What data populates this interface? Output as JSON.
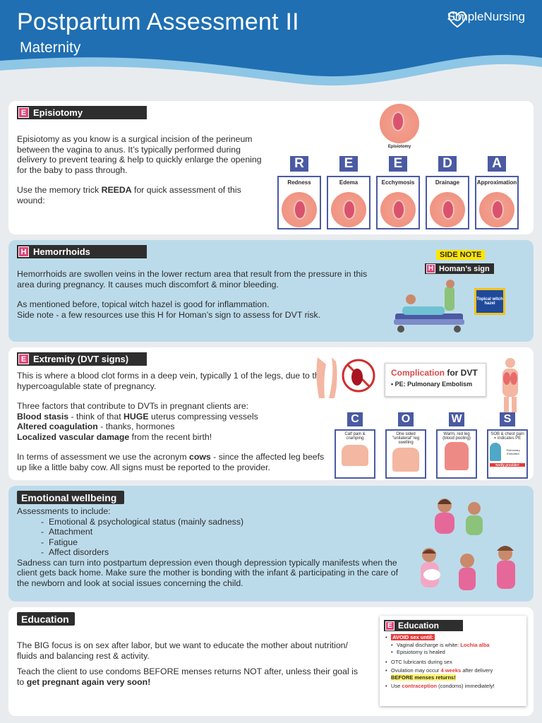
{
  "header": {
    "title": "Postpartum Assessment II",
    "subtitle": "Maternity",
    "brand": "SimpleNursing"
  },
  "colors": {
    "header_blue": "#1f6fb2",
    "accent_pink": "#e0467a",
    "letter_blue": "#4a5aa3",
    "card_blue": "#bcdbea"
  },
  "episiotomy": {
    "letter": "E",
    "title": "Episiotomy",
    "p1": "Episiotomy as you know is a surgical incision of the perineum between the vagina to anus. It’s typically performed during delivery to prevent tearing & help to quickly enlarge the opening for the baby to pass through.",
    "p2_pre": "Use the memory trick ",
    "p2_bold": "REEDA",
    "p2_post": " for quick assessment of this wound:",
    "figure_label": "Episiotomy",
    "reeda": [
      {
        "letter": "R",
        "label": "Redness"
      },
      {
        "letter": "E",
        "label": "Edema"
      },
      {
        "letter": "E",
        "label": "Ecchymosis"
      },
      {
        "letter": "D",
        "label": "Drainage"
      },
      {
        "letter": "A",
        "label": "Approximation"
      }
    ]
  },
  "hemorrhoids": {
    "letter": "H",
    "title": "Hemorrhoids",
    "p1": "Hemorrhoids are swollen veins in the lower rectum area that result from the pressure in this area during pregnancy. It causes much discomfort & minor bleeding.",
    "p2": "As mentioned before, topical witch hazel is good for inflammation.",
    "p3": "Side note - a few resources use this H for Homan’s sign to assess for DVT risk.",
    "side_note": "SIDE NOTE",
    "homans_letter": "H",
    "homans": "Homan’s sign",
    "witch_hazel": "Topical witch hazel"
  },
  "extremity": {
    "letter": "E",
    "title": "Extremity (DVT signs)",
    "p1": "This is where a blood clot forms in a deep vein, typically 1 of the legs, due to the hypercoagulable state of pregnancy.",
    "p2": "Three factors that contribute to DVTs in pregnant clients are:",
    "f1_bold": "Blood stasis",
    "f1_pre": " - think of that ",
    "f1_bold2": "HUGE",
    "f1_post": " uterus compressing vessels",
    "f2_bold": "Altered coagulation",
    "f2_post": " - thanks, hormones",
    "f3_bold": "Localized vascular damage",
    "f3_post": " from the recent birth!",
    "p3_pre": "In terms of assessment we use the acronym ",
    "p3_bold": "cows",
    "p3_post": " - since the affected leg beefs up like a little baby cow. All signs must be reported to the provider.",
    "complication_red": "Complication",
    "complication_rest": " for DVT",
    "complication_item": "PE: Pulmonary Embolism",
    "cows": [
      {
        "letter": "C",
        "label": "Calf pain & cramping"
      },
      {
        "letter": "O",
        "label": "One sided \"unilateral\" leg swelling"
      },
      {
        "letter": "W",
        "label": "Warm, red leg (blood pooling)"
      },
      {
        "letter": "S",
        "label": "SOB & chest pain = indicates PE",
        "extra": "Pulmonary Embolism",
        "tag": "Notify provider!"
      }
    ]
  },
  "emotional": {
    "title": "Emotional wellbeing",
    "intro": "Assessments to include:",
    "items": [
      "Emotional & psychological status (mainly sadness)",
      "Attachment",
      "Fatigue",
      "Affect disorders"
    ],
    "p2": "Sadness can turn into postpartum depression even though depression typically manifests when the client gets back home. Make sure the mother is bonding with the infant & participating in the care of the newborn and look at social issues concerning the child."
  },
  "education": {
    "title": "Education",
    "p1": "The BIG focus is on sex after labor, but we want to educate the mother about nutrition/ fluids and balancing rest & activity.",
    "p2_pre": "Teach the client to use condoms BEFORE menses returns NOT after, unless their goal is to ",
    "p2_bold": "get pregnant again very soon!",
    "box": {
      "letter": "E",
      "title": "Education",
      "avoid": "AVOID sex until:",
      "sub1_pre": "Vaginal discharge is white: ",
      "sub1_red": "Lochia alba",
      "sub2": "Episiotomy is healed",
      "i2": "OTC lubricants during sex",
      "i3_pre": "Ovulation may occur ",
      "i3_red": "4 weeks",
      "i3_post": " after delivery",
      "i3_yel": "BEFORE menses returns!",
      "i4_pre": "Use ",
      "i4_red": "contraception",
      "i4_post": " (condoms) immediately!"
    }
  }
}
